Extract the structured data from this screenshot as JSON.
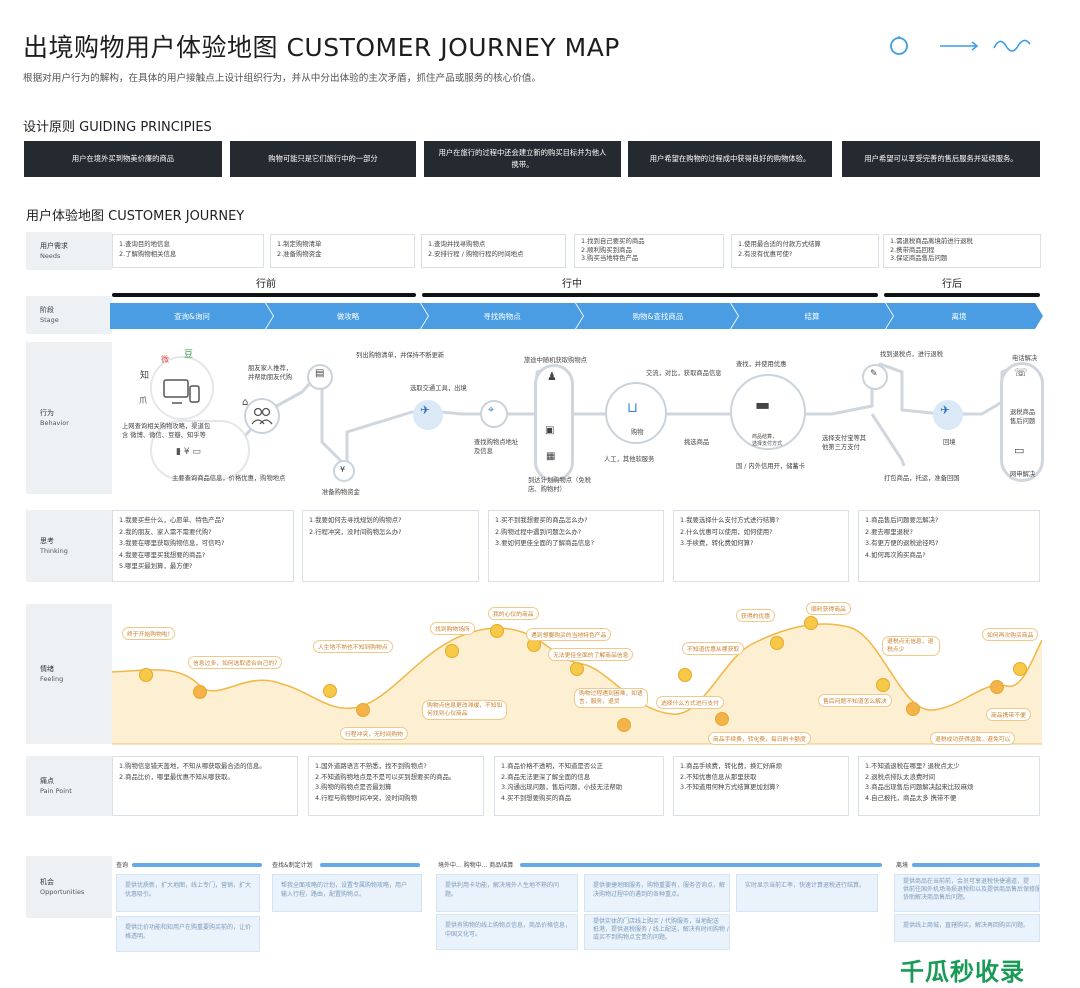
{
  "header": {
    "title": "出境购物用户体验地图  CUSTOMER  JOURNEY  MAP",
    "subtitle": "根据对用户行为的解构，在具体的用户接触点上设计组织行为，并从中分出体验的主次矛盾，抓住产品或服务的核心价值。"
  },
  "principles": {
    "title": "设计原则   GUIDING PRINCIPIES",
    "items": [
      "用户在境外买到物美价廉的商品",
      "购物可能只是它们旅行中的一部分",
      "用户在旅行的过程中还会建立新的购买目标并为他人携带。",
      "用户希望在购物的过程成中获得良好的购物体验。",
      "用户希望可以享受完善的售后服务并延续服务。"
    ]
  },
  "journey_title": "用户体验地图   CUSTOMER   JOURNEY",
  "rows": {
    "needs": {
      "cn": "用户需求",
      "en": "Needs"
    },
    "stage": {
      "cn": "阶段",
      "en": "Stage"
    },
    "behavior": {
      "cn": "行为",
      "en": "Behavior"
    },
    "thinking": {
      "cn": "思考",
      "en": "Thinking"
    },
    "feeling": {
      "cn": "情绪",
      "en": "Feeling"
    },
    "pain": {
      "cn": "痛点",
      "en": "Pain Point"
    },
    "opp": {
      "cn": "机会",
      "en": "Opportunities"
    }
  },
  "needs": [
    [
      "1.查询目的地信息",
      "2.了解购物相关信息"
    ],
    [
      "1.制定购物清单",
      "2.准备购物资金"
    ],
    [
      "1.查询并找寻购物点",
      "2.安排行程 / 购物行程的时间地点"
    ],
    [
      "1.找到自己要买的商品",
      "2.顺利购买到商品",
      "3.购买当地特色产品"
    ],
    [
      "1.使用最合适的付款方式结算",
      "2.有没有优惠可使?"
    ],
    [
      "1.需退税商品离境前进行退税",
      "2.携带商品回程",
      "3.保证商品售后问题"
    ]
  ],
  "phases": [
    "行前",
    "行中",
    "行后"
  ],
  "stages": [
    "查询&询问",
    "做攻略",
    "寻找购物点",
    "购物&查找商品",
    "结算",
    "离境"
  ],
  "behavior": {
    "social_icons": [
      "知",
      "豆",
      "微",
      "爪"
    ],
    "labels": [
      "朋友家人推荐，\n并帮助朋友代购",
      "上网查询相关购物攻略，渠道包\n含 微博、微信、豆瓣、知乎等",
      "主要查询商品信息，价格优惠，购物地点",
      "列出购物清单，并保持不断更新",
      "准备购物资金",
      "选取交通工具，出境",
      "查找购物点地址\n及信息",
      "旅途中随机获取购物点",
      "到达计划购物点（免税\n店、购物村）",
      "交流，对比，获取商品信息",
      "人工，其他软服务",
      "挑选商品",
      "查找，并使用优惠",
      "选择支付宝等其\n他第三方支付",
      "国 / 内外信用开，储蓄卡",
      "找到退税点，进行退税",
      "打包商品，托运，准备回国",
      "回境",
      "电话解决",
      "退税商品\n售后问题",
      "网申解决"
    ],
    "icon_labels": [
      "购物",
      "商品结算，\n选择支付方式"
    ]
  },
  "thinking": [
    [
      "1.我要买些什么，心愿单、特色产品?",
      "2.我的朋友、家人需不需要代购?",
      "3.我要在哪里获取购物信息，可信吗?",
      "4.我要在哪里买我想要的商品?",
      "5.哪里买最划算，最方便?"
    ],
    [
      "1.我要如何去寻找规划的购物点?",
      "2.行程冲突，没时间购物怎么办?"
    ],
    [
      "1.买不到我想要买的商品怎么办?",
      "2.购物过程中遇到问题怎么办?",
      "3.要如何更佳全面的了解商品信息?"
    ],
    [
      "1.我要选择什么支付方式进行结算?",
      "2.什么优惠可以使用，如何使用?",
      "3.手续费，转化费如何算?"
    ],
    [
      "1.商品售后问题要怎解决?",
      "2.要去哪里退税?",
      "3.有更方便的退税途径吗?",
      "4.如何再次购买商品?"
    ]
  ],
  "feelings": [
    "终于开始购物啦!",
    "信息过多，如何选取适合自己的?",
    "行程冲突，无时间购物",
    "人生地不熟也不知到购物点",
    "购物点信息更改滞缓，不知如\n何找到心仪商品",
    "找到购物场所",
    "我的心仪的商品",
    "遇到想要购买的当地特色产品",
    "无法更佳全面的了解商品信息",
    "购物过程遇到困难，如语\n言，服务，退货",
    "选择什么方式进行支付",
    "不知道优惠从哪获取",
    "商品手续费，转化费，每日刷卡额度",
    "获得的优惠",
    "顺利获得商品",
    "售后问题不知道怎么解决",
    "退税点无信息，退税点少",
    "退税成功获得返款，避免可以",
    "商品携带不便",
    "如何再次购买商品"
  ],
  "pain": [
    [
      "1.购物信息错天盖地，不知从哪获取最合适的信息。",
      "2.商品比价，哪里最优惠不知从哪获取。"
    ],
    [
      "1.国外道路语言不熟悉，找不到购物点?",
      "2.不知道购物地点是不是可以买到想要买的商品。",
      "3.购物的购物点是否最划算",
      "4.行程与购物时间冲突，没时间购物"
    ],
    [
      "1.商品价格不透明，不知道是否公正",
      "2.商品无法更深了解全面的信息",
      "3.沟通出现问题，售后问题，小技无法帮助",
      "4.买不到想要购买的商品"
    ],
    [
      "1.商品手续费，转化费，换汇好麻烦",
      "2.不知优惠信息从那里获取",
      "3.不知道用何种方式结算更加划算?"
    ],
    [
      "1.不知道退税在哪里? 退税点太少",
      "2.退税点排队太浪费时间",
      "3.商品出现售后问题解决起来比较麻烦",
      "4.自己报托，商品太多 携带不便"
    ]
  ],
  "opportunities": {
    "headers": [
      "查询",
      "查找&制定计划",
      "境外中... 购物中... 商品结算",
      "离境"
    ],
    "cards": [
      "提供优质新，扩大地图，线上专门，营销，扩大\n优惠吸引。",
      "提供比价功能和知用户在购重要购买前的，让价\n格透明。",
      "帮我全面攻略的计划，设置专属购物攻略，用户\n输入行程，路由，配置购物点。",
      "提供利用卡功能，解决境外人生地不熟的问题。",
      "提供有购物的线上购物点信息，商品价格信息，\n中国文化可。",
      "提供便捷地图服务，购物重要有，服务咨询点，解\n决购物过程中的遇到的各种重点。",
      "提供实体的门店线上购买 / 代购服务，当地配送\n抵港，提供退税服务 / 线上配送，解决有时间购物 /\n或买不到购物点宝贵的问题。",
      "实时显示当前汇率，快速计算退税进行结算。",
      "提供商品在当前前，会员可享退税快捷通道，提\n供前往国外机场海损退税和以及提供商品售后保修服务，\n协助解决商品售后问题。",
      "提供线上商城，直辖购买。解决再回购买问题。"
    ]
  },
  "watermark": "千瓜秒收录"
}
